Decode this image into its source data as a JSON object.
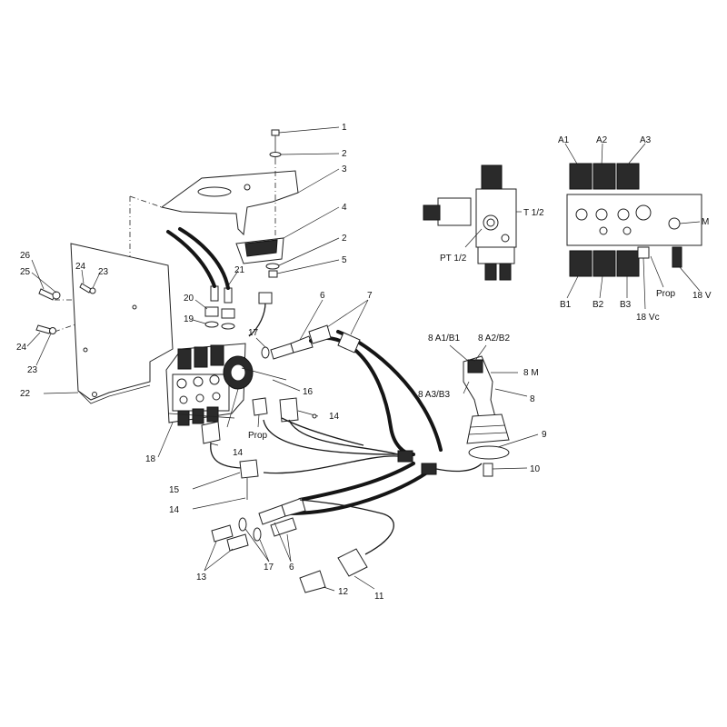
{
  "callouts": {
    "c1": "1",
    "c2a": "2",
    "c3": "3",
    "c4": "4",
    "c2b": "2",
    "c5": "5",
    "c6a": "6",
    "c7": "7",
    "c26": "26",
    "c25": "25",
    "c24a": "24",
    "c23a": "23",
    "c21": "21",
    "c20": "20",
    "c19": "19",
    "c17a": "17",
    "c24b": "24",
    "c23b": "23",
    "c22": "22",
    "c16": "16",
    "c14a": "14",
    "c14b": "14",
    "c18": "18",
    "c15": "15",
    "c14c": "14",
    "c13": "13",
    "c17b": "17",
    "c6b": "6",
    "c12": "12",
    "c11": "11",
    "c10": "10",
    "c9": "9",
    "c8": "8",
    "c8m": "8 M",
    "c8a1": "8 A1/B1",
    "c8a2": "8 A2/B2",
    "c8a3": "8 A3/B3",
    "prop_main": "Prop"
  },
  "valve_detail": {
    "t12": "T 1/2",
    "pt12": "PT 1/2"
  },
  "block_detail": {
    "a1": "A1",
    "a2": "A2",
    "a3": "A3",
    "m": "M",
    "b1": "B1",
    "b2": "B2",
    "b3": "B3",
    "prop": "Prop",
    "vc": "18 Vc",
    "v": "18 V"
  }
}
